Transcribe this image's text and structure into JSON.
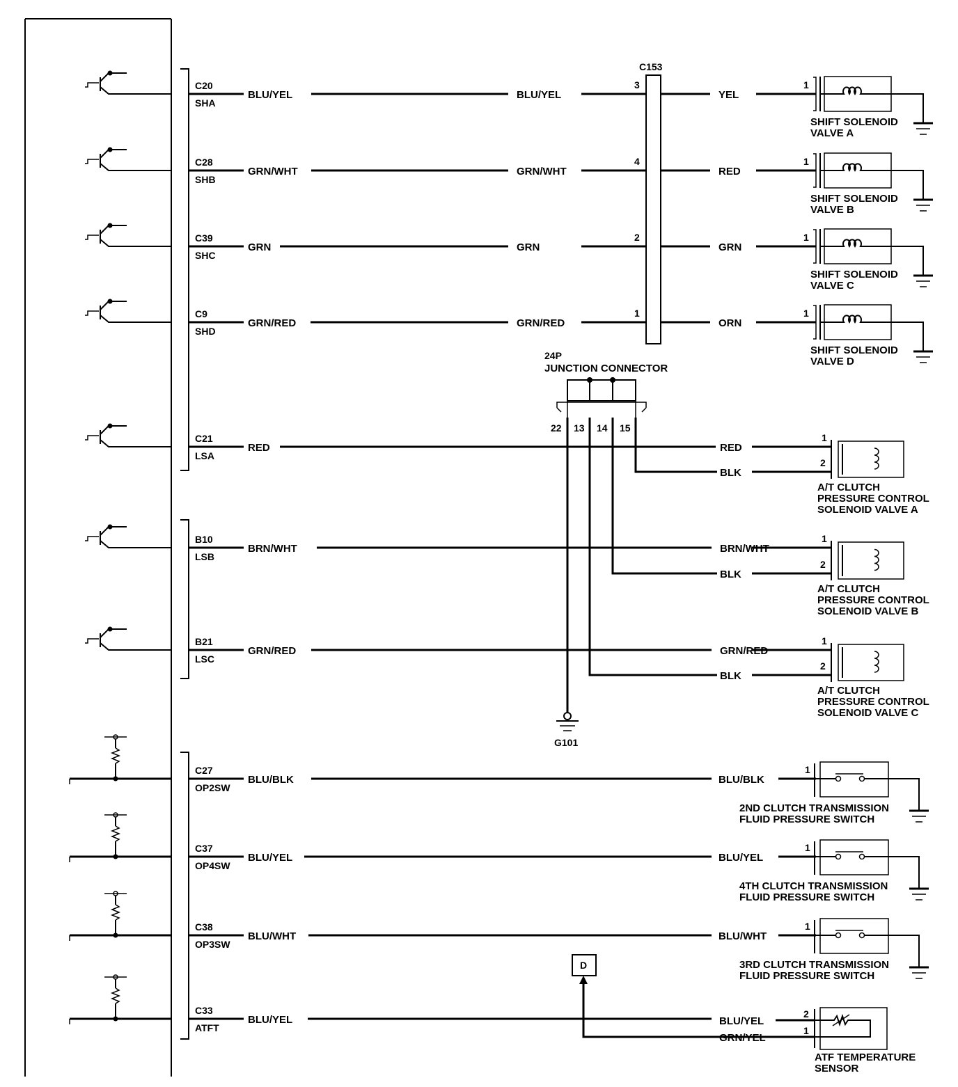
{
  "colors": {
    "ink": "#000000",
    "paper": "#ffffff"
  },
  "ecm_pins": [
    {
      "pin": "C20",
      "signal": "SHA",
      "wire": "BLU/YEL"
    },
    {
      "pin": "C28",
      "signal": "SHB",
      "wire": "GRN/WHT"
    },
    {
      "pin": "C39",
      "signal": "SHC",
      "wire": "GRN"
    },
    {
      "pin": "C9",
      "signal": "SHD",
      "wire": "GRN/RED"
    },
    {
      "pin": "C21",
      "signal": "LSA",
      "wire": "RED"
    },
    {
      "pin": "B10",
      "signal": "LSB",
      "wire": "BRN/WHT"
    },
    {
      "pin": "B21",
      "signal": "LSC",
      "wire": "GRN/RED"
    },
    {
      "pin": "C27",
      "signal": "OP2SW",
      "wire": "BLU/BLK"
    },
    {
      "pin": "C37",
      "signal": "OP4SW",
      "wire": "BLU/YEL"
    },
    {
      "pin": "C38",
      "signal": "OP3SW",
      "wire": "BLU/WHT"
    },
    {
      "pin": "C33",
      "signal": "ATFT",
      "wire": "BLU/YEL"
    }
  ],
  "c153": {
    "name": "C153",
    "mid_wires": [
      "BLU/YEL",
      "GRN/WHT",
      "GRN",
      "GRN/RED"
    ],
    "pins": [
      "3",
      "4",
      "2",
      "1"
    ],
    "out_wires": [
      "YEL",
      "RED",
      "GRN",
      "ORN"
    ]
  },
  "shift_solenoids": [
    {
      "pin": "1",
      "line1": "SHIFT SOLENOID",
      "line2": "VALVE A"
    },
    {
      "pin": "1",
      "line1": "SHIFT SOLENOID",
      "line2": "VALVE B"
    },
    {
      "pin": "1",
      "line1": "SHIFT SOLENOID",
      "line2": "VALVE C"
    },
    {
      "pin": "1",
      "line1": "SHIFT SOLENOID",
      "line2": "VALVE D"
    }
  ],
  "junction": {
    "line1": "24P",
    "line2": "JUNCTION CONNECTOR",
    "pins": [
      "22",
      "13",
      "14",
      "15"
    ]
  },
  "ground": {
    "label": "G101"
  },
  "clutch_solenoids": [
    {
      "wire1": "RED",
      "wire2": "BLK",
      "pin1": "1",
      "pin2": "2",
      "line1": "A/T CLUTCH",
      "line2": "PRESSURE CONTROL",
      "line3": "SOLENOID VALVE A"
    },
    {
      "wire1": "BRN/WHT",
      "wire2": "BLK",
      "pin1": "1",
      "pin2": "2",
      "line1": "A/T CLUTCH",
      "line2": "PRESSURE CONTROL",
      "line3": "SOLENOID VALVE B"
    },
    {
      "wire1": "GRN/RED",
      "wire2": "BLK",
      "pin1": "1",
      "pin2": "2",
      "line1": "A/T CLUTCH",
      "line2": "PRESSURE CONTROL",
      "line3": "SOLENOID VALVE C"
    }
  ],
  "pressure_switches": [
    {
      "wire": "BLU/BLK",
      "pin": "1",
      "line1": "2ND CLUTCH TRANSMISSION",
      "line2": "FLUID PRESSURE SWITCH"
    },
    {
      "wire": "BLU/YEL",
      "pin": "1",
      "line1": "4TH CLUTCH TRANSMISSION",
      "line2": "FLUID PRESSURE SWITCH"
    },
    {
      "wire": "BLU/WHT",
      "pin": "1",
      "line1": "3RD CLUTCH TRANSMISSION",
      "line2": "FLUID PRESSURE SWITCH"
    }
  ],
  "atf_sensor": {
    "wire2": "BLU/YEL",
    "wire1": "GRN/YEL",
    "pin2": "2",
    "pin1": "1",
    "line1": "ATF TEMPERATURE",
    "line2": "SENSOR"
  },
  "d_connector": {
    "label": "D"
  }
}
